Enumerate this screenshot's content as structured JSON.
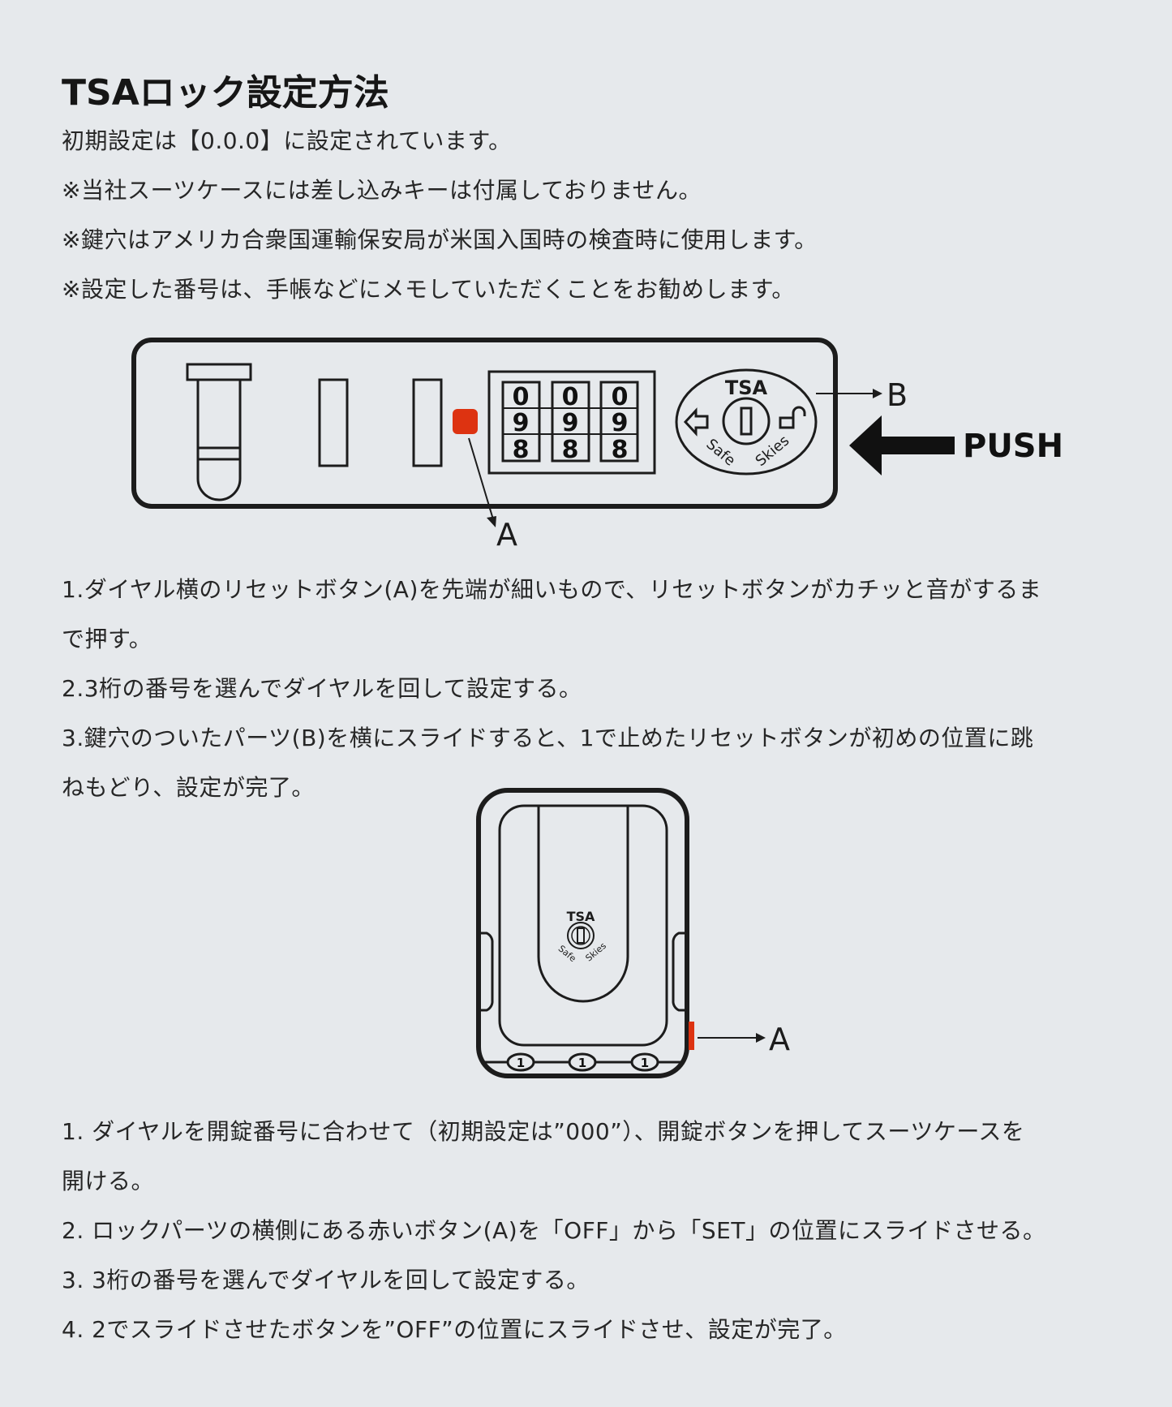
{
  "header": {
    "title": "TSAロック設定方法"
  },
  "intro": {
    "lines": [
      "初期設定は【0.0.0】に設定されています。",
      "※当社スーツケースには差し込みキーは付属しておりません。",
      "※鍵穴はアメリカ合衆国運輸保安局が米国入国時の検査時に使用します。",
      "※設定した番号は、手帳などにメモしていただくことをお勧めします。"
    ]
  },
  "diagram1": {
    "dial_digits": [
      [
        "0",
        "9",
        "8"
      ],
      [
        "0",
        "9",
        "8"
      ],
      [
        "0",
        "9",
        "8"
      ]
    ],
    "lock_logo": {
      "top": "TSA",
      "left": "Safe",
      "right": "Skies"
    },
    "label_a": "A",
    "label_b": "B",
    "push_label": "PUSH",
    "reset_button_color": "#dd3311"
  },
  "instructions1": {
    "lines": [
      "1.ダイヤル横のリセットボタン(A)を先端が細いもので、リセットボタンがカチッと音がするま",
      "で押す。",
      "2.3桁の番号を選んでダイヤルを回して設定する。",
      "3.鍵穴のついたパーツ(B)を横にスライドすると、1で止めたリセットボタンが初めの位置に跳",
      "ねもどり、設定が完了。"
    ]
  },
  "diagram2": {
    "dial_digits": [
      "1",
      "1",
      "1"
    ],
    "lock_logo": {
      "top": "TSA",
      "left": "Safe",
      "right": "Skies"
    },
    "label_a": "A",
    "slider_color": "#dd3311"
  },
  "instructions2": {
    "lines": [
      "1. ダイヤルを開錠番号に合わせて（初期設定は”000”）、開錠ボタンを押してスーツケースを",
      "開ける。",
      "2. ロックパーツの横側にある赤いボタン(A)を「OFF」から「SET」の位置にスライドさせる。",
      "3. 3桁の番号を選んでダイヤルを回して設定する。",
      "4. 2でスライドさせたボタンを”OFF”の位置にスライドさせ、設定が完了。"
    ]
  }
}
